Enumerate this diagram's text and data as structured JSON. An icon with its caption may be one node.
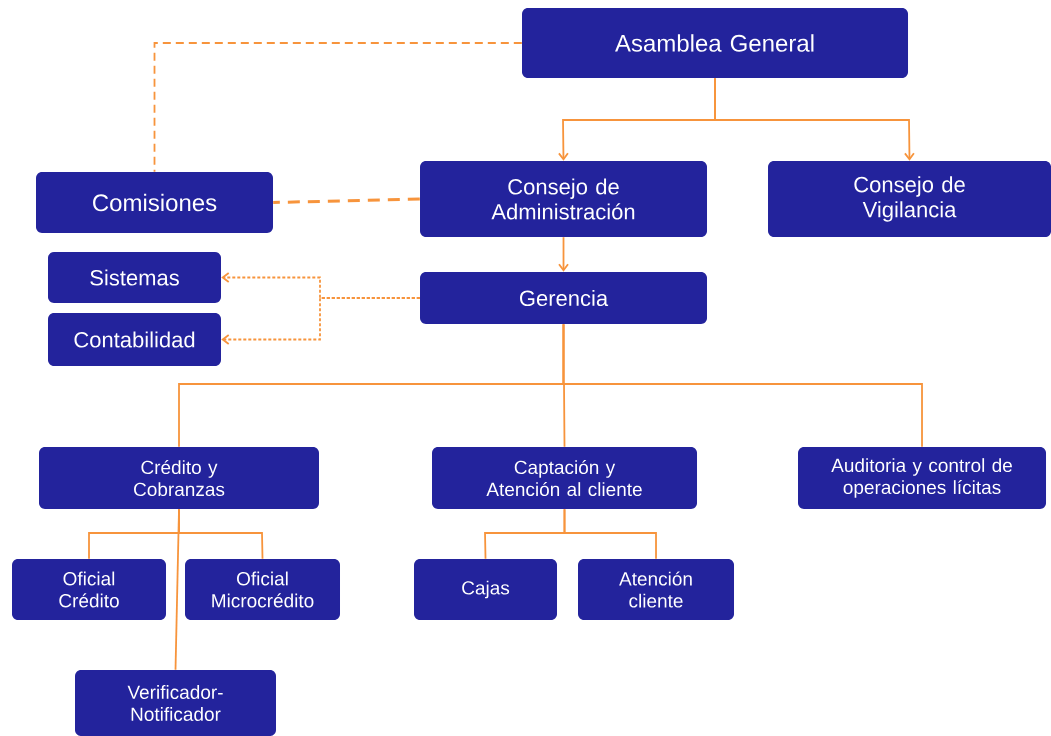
{
  "diagram": {
    "nodes": [
      {
        "text": [
          "Asamblea General"
        ]
      },
      {
        "text": [
          "Comisiones"
        ]
      },
      {
        "text": [
          "Consejo de Administración"
        ]
      },
      {
        "text": [
          "Consejo de Vigilancia"
        ]
      },
      {
        "text": [
          "Sistemas"
        ]
      },
      {
        "text": [
          "Contabilidad"
        ]
      },
      {
        "text": [
          "Gerencia"
        ]
      },
      {
        "text": [
          "Crédito y Cobranzas"
        ]
      },
      {
        "text": [
          "Captación y Atención al cliente"
        ]
      },
      {
        "text": [
          "Auditoria y control de operaciones lícitas"
        ]
      },
      {
        "text": [
          "Oficial Crédito"
        ]
      },
      {
        "text": [
          "Oficial Microcrédito"
        ]
      },
      {
        "text": [
          "Cajas"
        ]
      },
      {
        "text": [
          "Atención cliente"
        ]
      },
      {
        "text": [
          "Verificador-Notificador"
        ]
      }
    ],
    "edges": [
      {
        "from": 0,
        "to": 1,
        "arrow": "none",
        "style": "dashed"
      },
      {
        "from": 0,
        "to": 2,
        "arrow": "to"
      },
      {
        "from": 0,
        "to": 3,
        "arrow": "to"
      },
      {
        "from": 2,
        "to": 1,
        "arrow": "none",
        "style": "dashed"
      },
      {
        "from": 2,
        "to": 6,
        "arrow": "to"
      },
      {
        "from": 6,
        "to": 4,
        "arrow": "to",
        "style": "dashed"
      },
      {
        "from": 6,
        "to": 5,
        "arrow": "to",
        "style": "dashed"
      },
      {
        "from": 6,
        "to": 7,
        "arrow": "none"
      },
      {
        "from": 6,
        "to": 8,
        "arrow": "none"
      },
      {
        "from": 6,
        "to": 9,
        "arrow": "none"
      },
      {
        "from": 7,
        "to": 10,
        "arrow": "none"
      },
      {
        "from": 7,
        "to": 11,
        "arrow": "none"
      },
      {
        "from": 7,
        "to": 14,
        "arrow": "none"
      },
      {
        "from": 8,
        "to": 12,
        "arrow": "none"
      },
      {
        "from": 8,
        "to": 13,
        "arrow": "none"
      }
    ]
  }
}
